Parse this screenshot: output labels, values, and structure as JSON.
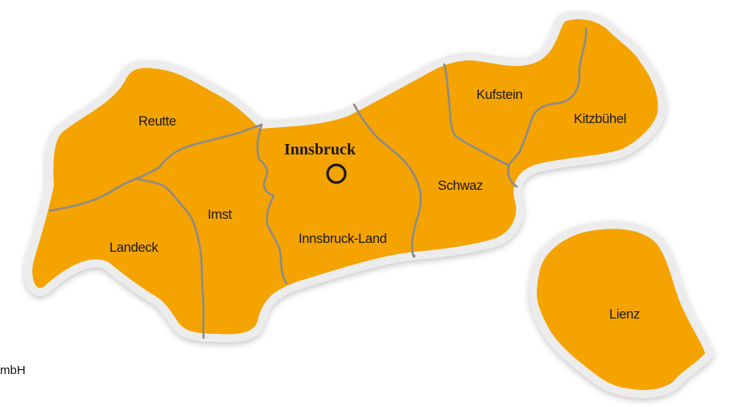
{
  "map": {
    "capital": "Innsbruck",
    "districts": [
      {
        "id": "reutte",
        "name": "Reutte"
      },
      {
        "id": "landeck",
        "name": "Landeck"
      },
      {
        "id": "imst",
        "name": "Imst"
      },
      {
        "id": "innsbruck-land",
        "name": "Innsbruck-Land"
      },
      {
        "id": "schwaz",
        "name": "Schwaz"
      },
      {
        "id": "kufstein",
        "name": "Kufstein"
      },
      {
        "id": "kitzbuehel",
        "name": "Kitzbühel"
      },
      {
        "id": "lienz",
        "name": "Lienz"
      }
    ]
  },
  "credit": "mbH",
  "colors": {
    "region_fill": "#f5a300",
    "outline": "#ececec",
    "border_lines": "#8b8b8b",
    "capital_marker": "#1a1a1a"
  }
}
